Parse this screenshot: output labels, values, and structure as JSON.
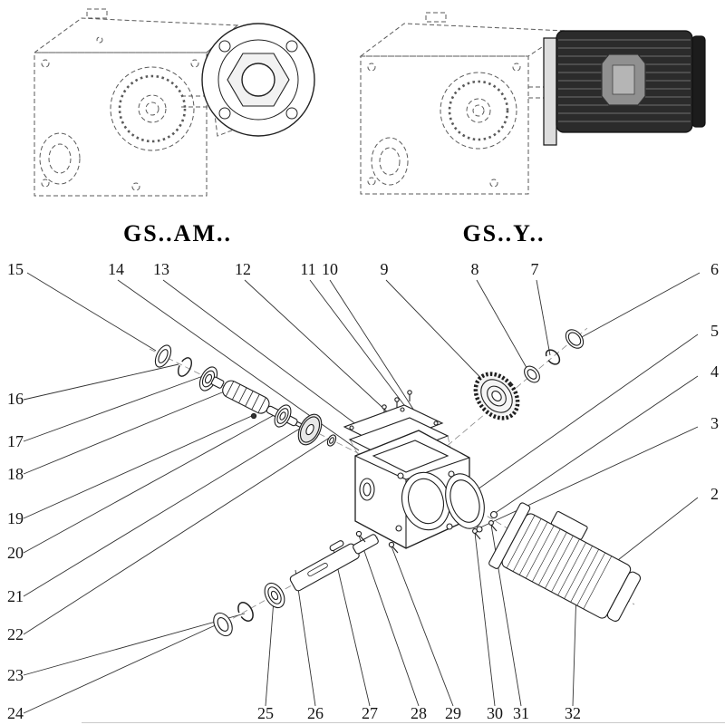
{
  "variants": [
    {
      "label": "GS..AM.."
    },
    {
      "label": "GS..Y.."
    }
  ],
  "callouts": {
    "p2": "2",
    "p3": "3",
    "p4": "4",
    "p5": "5",
    "p6": "6",
    "p7": "7",
    "p8": "8",
    "p9": "9",
    "p10": "10",
    "p11": "11",
    "p12": "12",
    "p13": "13",
    "p14": "14",
    "p15": "15",
    "p16": "16",
    "p17": "17",
    "p18": "18",
    "p19": "19",
    "p20": "20",
    "p21": "21",
    "p22": "22",
    "p23": "23",
    "p24": "24",
    "p25": "25",
    "p26": "26",
    "p27": "27",
    "p28": "28",
    "p29": "29",
    "p30": "30",
    "p31": "31",
    "p32": "32"
  },
  "colors": {
    "line": "#1f1f1f",
    "dashed": "#555555",
    "leader": "#333333",
    "background": "#ffffff"
  }
}
